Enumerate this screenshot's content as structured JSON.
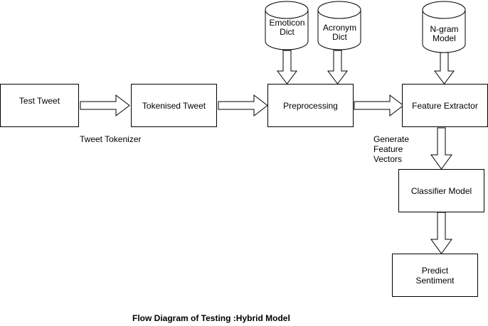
{
  "nodes": {
    "test_tweet": "Test Tweet",
    "tokenised_tweet": "Tokenised Tweet",
    "preprocessing": "Preprocessing",
    "feature_extractor": "Feature Extractor",
    "classifier_model": "Classifier Model",
    "predict_sentiment_line1": "Predict",
    "predict_sentiment_line2": "Sentiment"
  },
  "databases": {
    "emoticon_line1": "Emoticon",
    "emoticon_line2": "Dict",
    "acronym_line1": "Acronym",
    "acronym_line2": "Dict",
    "ngram_line1": "N-gram",
    "ngram_line2": "Model"
  },
  "edge_labels": {
    "tweet_tokenizer": "Tweet Tokenizer",
    "generate_line1": "Generate",
    "generate_line2": "Feature",
    "generate_line3": "Vectors"
  },
  "caption": "Flow Diagram of Testing :Hybrid Model"
}
